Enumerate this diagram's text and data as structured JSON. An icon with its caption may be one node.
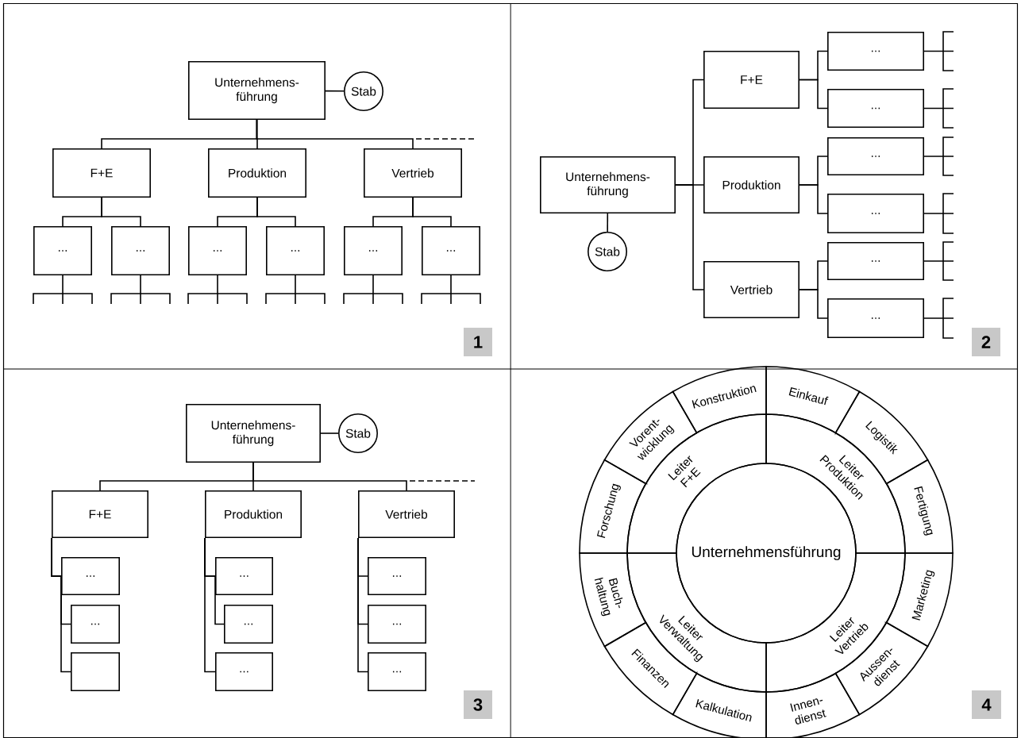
{
  "diagram": {
    "nodes": [
      {
        "text": [
          "Unternehmens- führung"
        ]
      },
      {
        "text": [
          "Stab"
        ]
      },
      {
        "text": [
          "F+E"
        ]
      },
      {
        "text": [
          "Produktion"
        ]
      },
      {
        "text": [
          "Vertrieb"
        ]
      },
      {
        "text": [
          "..."
        ]
      },
      {
        "text": [
          "..."
        ]
      },
      {
        "text": [
          "..."
        ]
      },
      {
        "text": [
          "..."
        ]
      },
      {
        "text": [
          "..."
        ]
      },
      {
        "text": [
          "..."
        ]
      },
      {
        "text": [
          "1"
        ]
      },
      {
        "text": [
          "Unternehmens- führung"
        ]
      },
      {
        "text": [
          "Stab"
        ]
      },
      {
        "text": [
          "F+E"
        ]
      },
      {
        "text": [
          "Produktion"
        ]
      },
      {
        "text": [
          "Vertrieb"
        ]
      },
      {
        "text": [
          "..."
        ]
      },
      {
        "text": [
          "..."
        ]
      },
      {
        "text": [
          "..."
        ]
      },
      {
        "text": [
          "..."
        ]
      },
      {
        "text": [
          "..."
        ]
      },
      {
        "text": [
          "..."
        ]
      },
      {
        "text": [
          "2"
        ]
      },
      {
        "text": [
          "Unternehmens- führung"
        ]
      },
      {
        "text": [
          "Stab"
        ]
      },
      {
        "text": [
          "F+E"
        ]
      },
      {
        "text": [
          "Produktion"
        ]
      },
      {
        "text": [
          "Vertrieb"
        ]
      },
      {
        "text": [
          "..."
        ]
      },
      {
        "text": [
          "..."
        ]
      },
      {
        "text": [],
        "shape": "box"
      },
      {
        "text": [
          "..."
        ]
      },
      {
        "text": [
          "..."
        ]
      },
      {
        "text": [
          "..."
        ]
      },
      {
        "text": [
          "..."
        ]
      },
      {
        "text": [
          "..."
        ]
      },
      {
        "text": [
          "..."
        ]
      },
      {
        "text": [
          "3"
        ]
      },
      {
        "text": [
          "Unternehmensführung"
        ]
      },
      {
        "text": [
          "Leiter F+E"
        ]
      },
      {
        "text": [
          "Leiter Produktion"
        ]
      },
      {
        "text": [
          "Leiter Verwaltung"
        ]
      },
      {
        "text": [
          "Leiter Vertrieb"
        ]
      },
      {
        "text": [
          "Konstruktion"
        ]
      },
      {
        "text": [
          "Einkauf"
        ]
      },
      {
        "text": [
          "Logistik"
        ]
      },
      {
        "text": [
          "Fertigung"
        ]
      },
      {
        "text": [
          "Marketing"
        ]
      },
      {
        "text": [
          "Aussen- dienst"
        ]
      },
      {
        "text": [
          "Innen- dienst"
        ]
      },
      {
        "text": [
          "Kalkulation"
        ]
      },
      {
        "text": [
          "Finanzen"
        ]
      },
      {
        "text": [
          "Buch- haltung"
        ]
      },
      {
        "text": [
          "Forschung"
        ]
      },
      {
        "text": [
          "Vorent- wicklung"
        ]
      },
      {
        "text": [
          "4"
        ]
      }
    ],
    "edges": [
      {
        "from": 0,
        "to": 1,
        "arrow": "none"
      },
      {
        "from": 0,
        "to": 2,
        "arrow": "none"
      },
      {
        "from": 0,
        "to": 3,
        "arrow": "none"
      },
      {
        "from": 0,
        "to": 4,
        "arrow": "none"
      },
      {
        "from": 2,
        "to": 5,
        "arrow": "none"
      },
      {
        "from": 2,
        "to": 6,
        "arrow": "none"
      },
      {
        "from": 3,
        "to": 7,
        "arrow": "none"
      },
      {
        "from": 3,
        "to": 8,
        "arrow": "none"
      },
      {
        "from": 4,
        "to": 9,
        "arrow": "none"
      },
      {
        "from": 4,
        "to": 10,
        "arrow": "none"
      },
      {
        "from": 12,
        "to": 13,
        "arrow": "none"
      },
      {
        "from": 12,
        "to": 14,
        "arrow": "none"
      },
      {
        "from": 12,
        "to": 15,
        "arrow": "none"
      },
      {
        "from": 12,
        "to": 16,
        "arrow": "none"
      },
      {
        "from": 14,
        "to": 17,
        "arrow": "none"
      },
      {
        "from": 14,
        "to": 18,
        "arrow": "none"
      },
      {
        "from": 15,
        "to": 19,
        "arrow": "none"
      },
      {
        "from": 15,
        "to": 20,
        "arrow": "none"
      },
      {
        "from": 16,
        "to": 21,
        "arrow": "none"
      },
      {
        "from": 16,
        "to": 22,
        "arrow": "none"
      },
      {
        "from": 24,
        "to": 25,
        "arrow": "none"
      },
      {
        "from": 24,
        "to": 26,
        "arrow": "none"
      },
      {
        "from": 24,
        "to": 27,
        "arrow": "none"
      },
      {
        "from": 24,
        "to": 28,
        "arrow": "none"
      },
      {
        "from": 26,
        "to": 29,
        "arrow": "none"
      },
      {
        "from": 26,
        "to": 30,
        "arrow": "none"
      },
      {
        "from": 26,
        "to": 31,
        "arrow": "none"
      },
      {
        "from": 27,
        "to": 32,
        "arrow": "none"
      },
      {
        "from": 27,
        "to": 33,
        "arrow": "none"
      },
      {
        "from": 27,
        "to": 34,
        "arrow": "none"
      },
      {
        "from": 28,
        "to": 35,
        "arrow": "none"
      },
      {
        "from": 28,
        "to": 36,
        "arrow": "none"
      },
      {
        "from": 28,
        "to": 37,
        "arrow": "none"
      }
    ]
  }
}
